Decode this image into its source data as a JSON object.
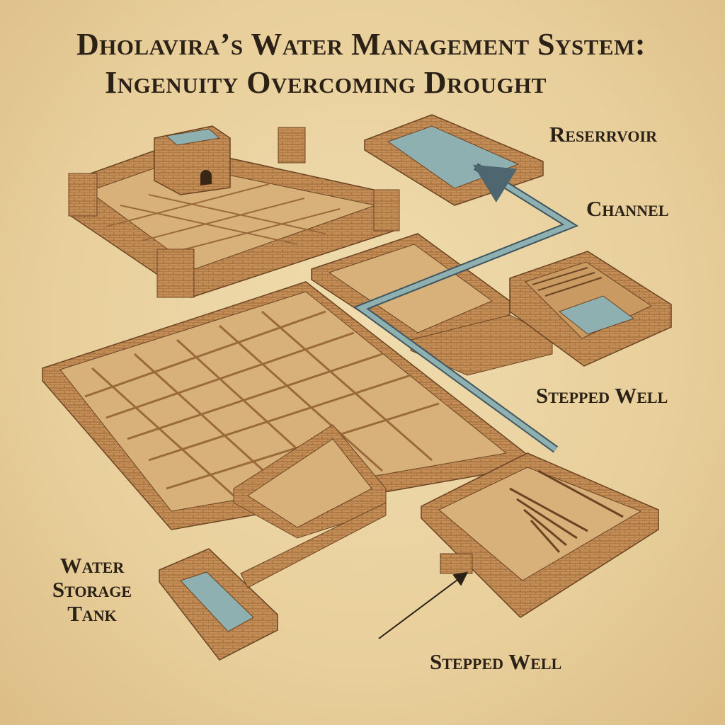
{
  "title": {
    "line1": "Dholavira’s Water Management System:",
    "line2": "Ingenuity Overcoming Drought"
  },
  "labels": {
    "reservoir": "Reserrvoir",
    "channel": "Channel",
    "stepped_well_upper": "Stepped Well",
    "water_storage_tank": [
      "Water",
      "Storage",
      "Tank"
    ],
    "stepped_well_lower": "Stepped Well"
  },
  "colors": {
    "background": "#ebd4a2",
    "wall": "#c48d55",
    "wall_top": "#d9a96c",
    "water": "#8fb0b0",
    "text": "#2b2117"
  }
}
